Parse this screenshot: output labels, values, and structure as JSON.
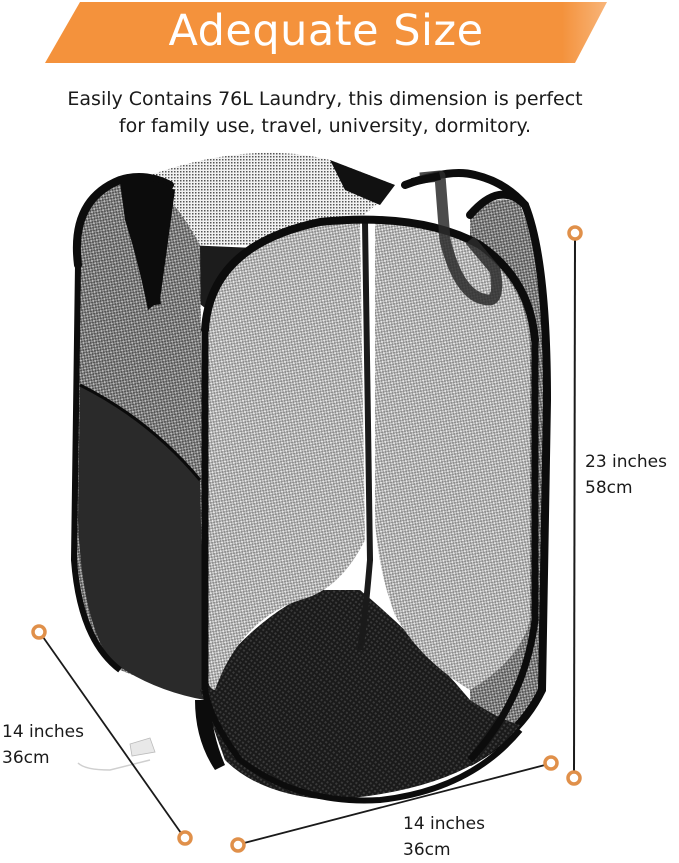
{
  "banner": {
    "title": "Adequate Size",
    "color": "#F4923C"
  },
  "description": {
    "line1": "Easily Contains 76L Laundry, this dimension is perfect",
    "line2": "for family use, travel, university, dormitory."
  },
  "product": {
    "name": "pop-up mesh laundry hamper",
    "color": "#111111",
    "capacity": "76L"
  },
  "dimensions": {
    "height": {
      "inches": "23 inches",
      "cm": "58cm"
    },
    "depth": {
      "inches": "14 inches",
      "cm": "36cm"
    },
    "width": {
      "inches": "14 inches",
      "cm": "36cm"
    },
    "marker_color": "#E0904A"
  }
}
